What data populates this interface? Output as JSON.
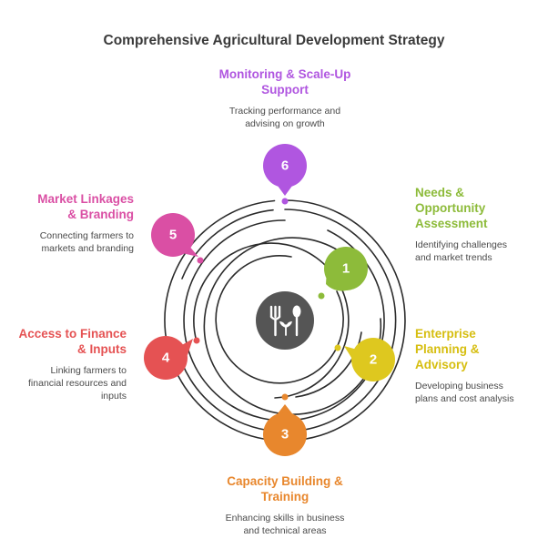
{
  "title": "Comprehensive Agricultural Development Strategy",
  "center_icon": "fork-and-sprout-icon",
  "steps": [
    {
      "number": "1",
      "title": "Needs & Opportunity Assessment",
      "title_lines": [
        "Needs &",
        "Opportunity",
        "Assessment"
      ],
      "description": "Identifying challenges and market trends",
      "desc_lines": [
        "Identifying challenges",
        "and market trends"
      ],
      "color": "#8DBB3A"
    },
    {
      "number": "2",
      "title": "Enterprise Planning & Advisory",
      "title_lines": [
        "Enterprise",
        "Planning &",
        "Advisory"
      ],
      "description": "Developing business plans and cost analysis",
      "desc_lines": [
        "Developing business",
        "plans and cost analysis"
      ],
      "color": "#DEC81F"
    },
    {
      "number": "3",
      "title": "Capacity Building & Training",
      "title_lines": [
        "Capacity Building &",
        "Training"
      ],
      "description": "Enhancing skills in business and technical areas",
      "desc_lines": [
        "Enhancing skills in business",
        "and technical areas"
      ],
      "color": "#E8872D"
    },
    {
      "number": "4",
      "title": "Access to Finance & Inputs",
      "title_lines": [
        "Access to Finance",
        "& Inputs"
      ],
      "description": "Linking farmers to financial resources and inputs",
      "desc_lines": [
        "Linking farmers to",
        "financial resources and",
        "inputs"
      ],
      "color": "#E55253"
    },
    {
      "number": "5",
      "title": "Market Linkages & Branding",
      "title_lines": [
        "Market Linkages",
        "& Branding"
      ],
      "description": "Connecting farmers to markets and branding",
      "desc_lines": [
        "Connecting farmers to",
        "markets and branding"
      ],
      "color": "#DA4FA4"
    },
    {
      "number": "6",
      "title": "Monitoring & Scale-Up Support",
      "title_lines": [
        "Monitoring & Scale-Up",
        "Support"
      ],
      "description": "Tracking performance and advising on growth",
      "desc_lines": [
        "Tracking performance and",
        "advising on growth"
      ],
      "color": "#B056E0"
    }
  ],
  "ring_color": "#2b2b2b",
  "center_color": "#555555"
}
